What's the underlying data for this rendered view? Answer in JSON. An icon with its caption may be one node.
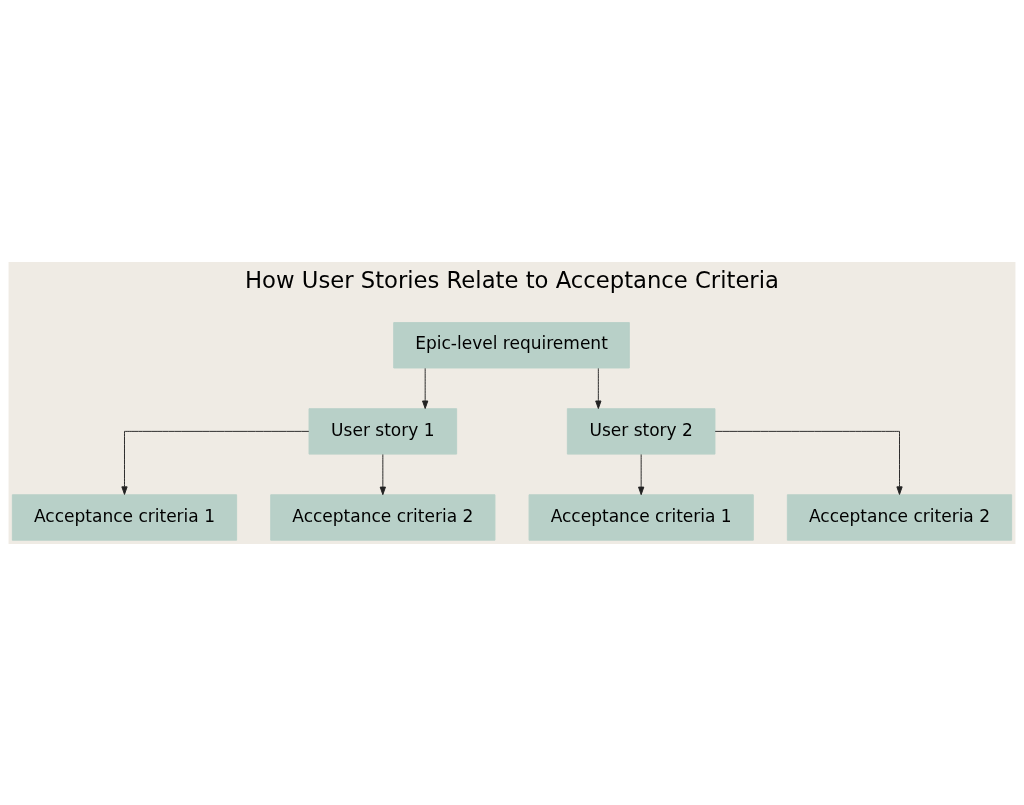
{
  "diagram": {
    "title": "How User Stories Relate to Acceptance Criteria",
    "nodes": [
      {
        "text": [
          "Epic-level requirement"
        ]
      },
      {
        "text": [
          "User story 1"
        ]
      },
      {
        "text": [
          "User story 2"
        ]
      },
      {
        "text": [
          "Acceptance criteria 1"
        ]
      },
      {
        "text": [
          "Acceptance criteria 2"
        ]
      },
      {
        "text": [
          "Acceptance criteria 1"
        ]
      },
      {
        "text": [
          "Acceptance criteria 2"
        ]
      }
    ],
    "edges": [
      {
        "from": 0,
        "to": 1,
        "arrow": "to"
      },
      {
        "from": 0,
        "to": 2,
        "arrow": "to"
      },
      {
        "from": 1,
        "to": 3,
        "arrow": "to"
      },
      {
        "from": 1,
        "to": 4,
        "arrow": "to"
      },
      {
        "from": 2,
        "to": 5,
        "arrow": "to"
      },
      {
        "from": 2,
        "to": 6,
        "arrow": "to"
      }
    ]
  }
}
